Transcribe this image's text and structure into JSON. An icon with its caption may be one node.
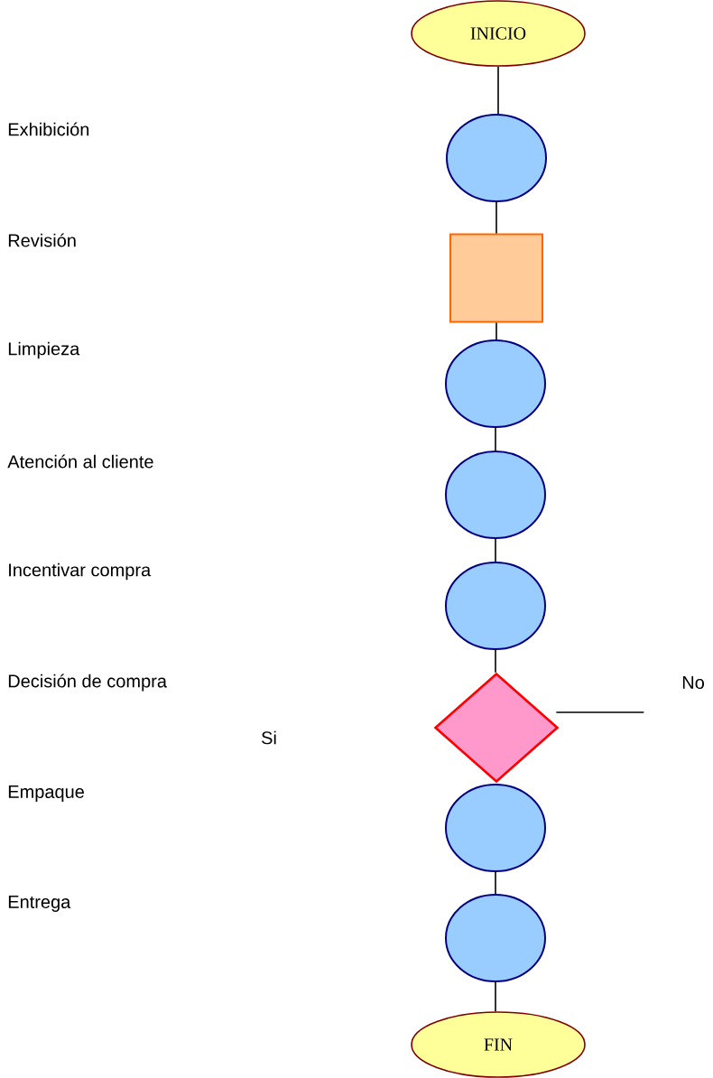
{
  "diagram": {
    "nodes": [
      {
        "text": [
          "INICIO"
        ]
      },
      {
        "text": [],
        "shape": "circle"
      },
      {
        "text": [],
        "shape": "box"
      },
      {
        "text": [],
        "shape": "circle"
      },
      {
        "text": [],
        "shape": "circle"
      },
      {
        "text": [],
        "shape": "circle"
      },
      {
        "text": [],
        "shape": "diamond"
      },
      {
        "text": [],
        "shape": "circle"
      },
      {
        "text": [],
        "shape": "circle"
      },
      {
        "text": [
          "FIN"
        ]
      }
    ],
    "edges": [
      {
        "from": 0,
        "to": 1,
        "arrow": "none"
      },
      {
        "from": 1,
        "to": 2,
        "arrow": "none"
      },
      {
        "from": 2,
        "to": 3,
        "arrow": "none"
      },
      {
        "from": 3,
        "to": 4,
        "arrow": "none"
      },
      {
        "from": 4,
        "to": 5,
        "arrow": "none"
      },
      {
        "from": 5,
        "to": 6,
        "arrow": "none"
      },
      {
        "from": 6,
        "to": null,
        "arrow": "none"
      },
      {
        "from": 7,
        "to": 8,
        "arrow": "none"
      },
      {
        "from": 8,
        "to": 9,
        "arrow": "none"
      }
    ],
    "labels": [
      "Exhibición",
      "Revisión",
      "Limpieza",
      "Atención al cliente",
      "Incentivar compra",
      "Decisión de compra",
      "No",
      "Si",
      "Empaque",
      "Entrega"
    ]
  }
}
